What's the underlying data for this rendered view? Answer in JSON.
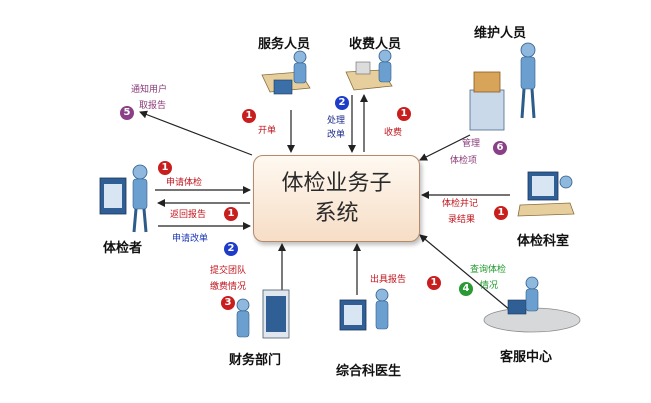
{
  "core": {
    "title": "体检业务子系统"
  },
  "actors": {
    "service_staff": "服务人员",
    "cashier": "收费人员",
    "maintenance": "维护人员",
    "examinee": "体检者",
    "exam_dept": "体检科室",
    "finance": "财务部门",
    "general_doctor": "综合科医生",
    "customer_service": "客服中心"
  },
  "labels": {
    "notify": "通知用户",
    "fetch_report": "取报告",
    "open_order": "开单",
    "process": "处理",
    "modify_order": "改单",
    "charge": "收费",
    "manage": "管理",
    "exam_items": "体检项",
    "apply_exam": "申请体检",
    "return_report": "返回报告",
    "apply_modify": "申请改单",
    "exam_record": "体检并记",
    "record_result": "录结果",
    "submit_team": "提交团队",
    "payment_status": "缴费情况",
    "issue_report": "出具报告",
    "query_exam": "查询体检",
    "status": "情况"
  },
  "badges": {
    "five": "5",
    "one": "1",
    "two": "2",
    "six": "6",
    "three": "3",
    "four": "4"
  },
  "colors": {
    "red": "#c0141c",
    "blue": "#1834b8",
    "plum": "#8a3a78",
    "green": "#1f9a2c"
  }
}
